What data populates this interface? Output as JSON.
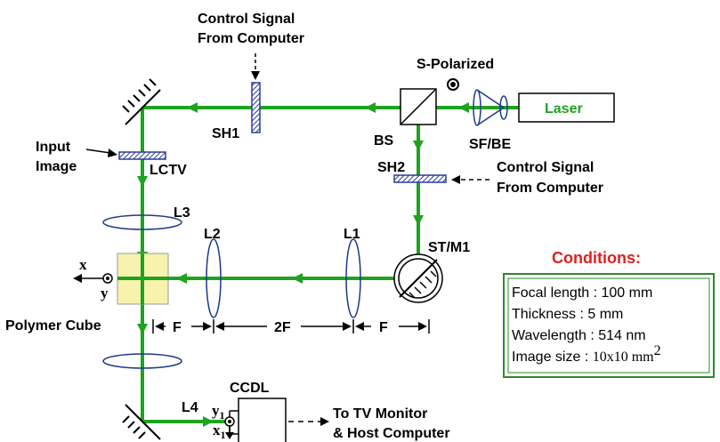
{
  "labels": {
    "control_signal_top_1": "Control Signal",
    "control_signal_top_2": "From Computer",
    "s_polarized": "S-Polarized",
    "laser": "Laser",
    "sf_be": "SF/BE",
    "bs": "BS",
    "sh1": "SH1",
    "sh2": "SH2",
    "control_signal_right_1": "Control Signal",
    "control_signal_right_2": "From Computer",
    "input_1": "Input",
    "input_2": "Image",
    "lctv": "LCTV",
    "l3": "L3",
    "l2": "L2",
    "l1": "L1",
    "st_m1": "ST/M1",
    "x_axis": "x",
    "y_axis": "y",
    "polymer_cube": "Polymer Cube",
    "f_left": "F",
    "two_f": "2F",
    "f_right": "F",
    "l4": "L4",
    "ccdl": "CCDL",
    "y1_base": "y",
    "y1_sub": "1",
    "x1_base": "x",
    "x1_sub": "1",
    "tv_1": "To TV Monitor",
    "tv_2": "& Host Computer"
  },
  "conditions": {
    "title": "Conditions:",
    "focal": "Focal length : 100 mm",
    "thickness": "Thickness : 5 mm",
    "wavelength": "Wavelength : 514 nm",
    "size_prefix": "Image size : ",
    "size_value": "10x10 mm",
    "size_sup": "2"
  },
  "colors": {
    "beam": "#1fa31f",
    "lens": "#1a3a8a",
    "shutter": "#2a3c9a",
    "cube": "#f7f2ad",
    "conditions_title": "#e02020",
    "conditions_border": "#2a8a2a"
  }
}
